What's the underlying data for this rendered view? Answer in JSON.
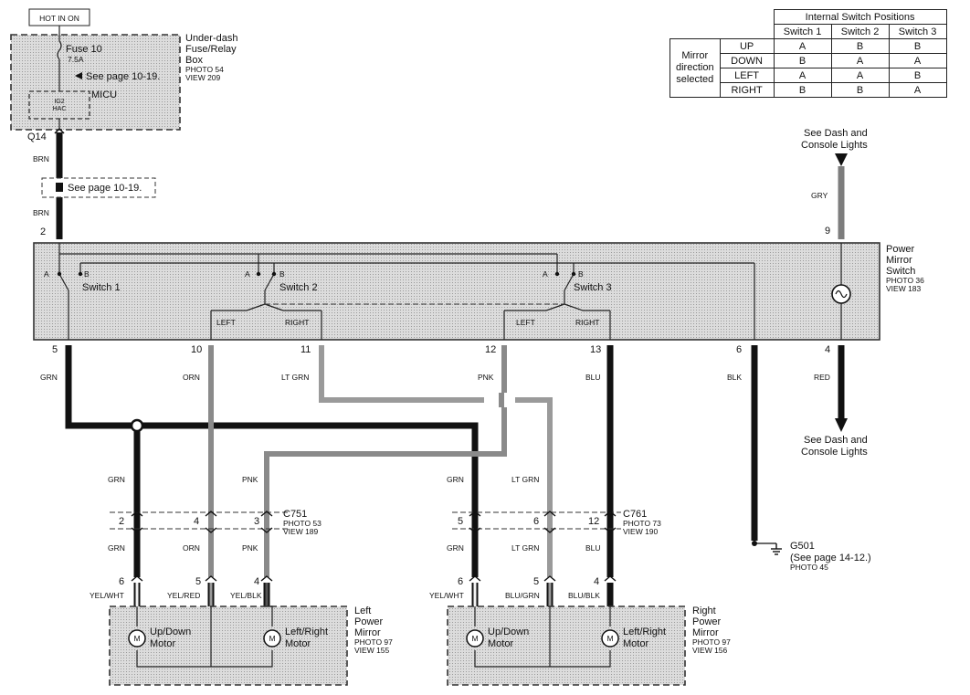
{
  "hot_tag": "HOT IN ON",
  "fuse_box": {
    "title": [
      "Under-dash",
      "Fuse/Relay",
      "Box"
    ],
    "photo": "PHOTO 54",
    "view": "VIEW 209",
    "fuse_name": "Fuse 10",
    "fuse_rating": "7.5A",
    "see_page": "See page 10-19.",
    "micu": "MICU",
    "ig2_line1": "IG2",
    "ig2_line2": "HAC",
    "connector": "Q14"
  },
  "feed": {
    "wire_color_top": "BRN",
    "splice_note": "See page 10-19.",
    "wire_color_bottom": "BRN"
  },
  "switch_box": {
    "title": [
      "Power",
      "Mirror",
      "Switch"
    ],
    "photo": "PHOTO 36",
    "view": "VIEW 183",
    "switch1": "Switch 1",
    "switch2": "Switch 2",
    "switch3": "Switch 3",
    "pos_a": "A",
    "pos_b": "B",
    "left": "LEFT",
    "right": "RIGHT",
    "pins": {
      "p2": "2",
      "p9": "9",
      "p5": "5",
      "p10": "10",
      "p11": "11",
      "p12": "12",
      "p13": "13",
      "p6": "6",
      "p4": "4"
    }
  },
  "dash_lights_top": [
    "See Dash and",
    "Console Lights"
  ],
  "dash_lights_bottom": [
    "See Dash and",
    "Console Lights"
  ],
  "wires": {
    "gry": "GRY",
    "grn": "GRN",
    "orn": "ORN",
    "lt_grn": "LT GRN",
    "pnk": "PNK",
    "blu": "BLU",
    "blk": "BLK",
    "red": "RED",
    "yel_wht": "YEL/WHT",
    "yel_red": "YEL/RED",
    "yel_blk": "YEL/BLK",
    "blu_grn": "BLU/GRN",
    "blu_blk": "BLU/BLK"
  },
  "c751": {
    "name": "C751",
    "photo": "PHOTO 53",
    "view": "VIEW 189",
    "pins": [
      "2",
      "4",
      "3"
    ]
  },
  "c761": {
    "name": "C761",
    "photo": "PHOTO 73",
    "view": "VIEW 190",
    "pins": [
      "5",
      "6",
      "12"
    ]
  },
  "left_mirror": {
    "title": [
      "Left",
      "Power",
      "Mirror"
    ],
    "photo": "PHOTO 97",
    "view": "VIEW 155",
    "pins": [
      "6",
      "5",
      "4"
    ],
    "updown": [
      "Up/Down",
      "Motor"
    ],
    "leftright": [
      "Left/Right",
      "Motor"
    ],
    "m": "M"
  },
  "right_mirror": {
    "title": [
      "Right",
      "Power",
      "Mirror"
    ],
    "photo": "PHOTO 97",
    "view": "VIEW 156",
    "pins": [
      "6",
      "5",
      "4"
    ],
    "updown": [
      "Up/Down",
      "Motor"
    ],
    "leftright": [
      "Left/Right",
      "Motor"
    ],
    "m": "M"
  },
  "ground": {
    "name": "G501",
    "note": "(See page 14-12.)",
    "photo": "PHOTO 45"
  },
  "table": {
    "title": "Internal Switch Positions",
    "columns": [
      "Switch 1",
      "Switch 2",
      "Switch 3"
    ],
    "row_header": [
      "Mirror",
      "direction",
      "selected"
    ],
    "rows": [
      {
        "dir": "UP",
        "vals": [
          "A",
          "B",
          "B"
        ]
      },
      {
        "dir": "DOWN",
        "vals": [
          "B",
          "A",
          "A"
        ]
      },
      {
        "dir": "LEFT",
        "vals": [
          "A",
          "A",
          "B"
        ]
      },
      {
        "dir": "RIGHT",
        "vals": [
          "B",
          "B",
          "A"
        ]
      }
    ]
  }
}
